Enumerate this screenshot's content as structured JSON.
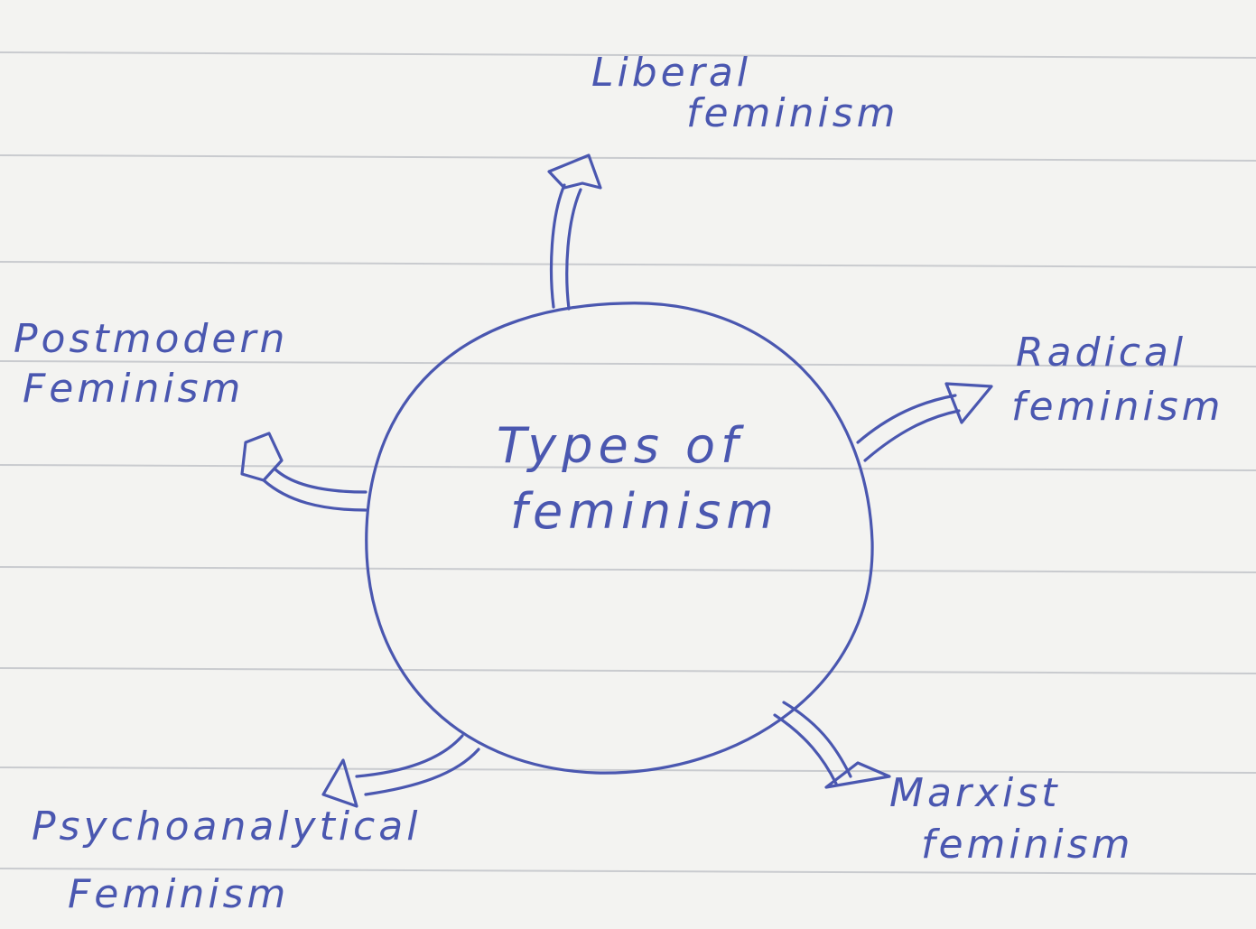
{
  "diagram": {
    "center": {
      "line1": "Types of",
      "line2": "feminism"
    },
    "branches": [
      {
        "id": "liberal",
        "line1": "Liberal",
        "line2": "feminism"
      },
      {
        "id": "radical",
        "line1": "Radical",
        "line2": "feminism"
      },
      {
        "id": "marxist",
        "line1": "Marxist",
        "line2": "feminism"
      },
      {
        "id": "psychoanalytical",
        "line1": "Psychoanalytical",
        "line2": "Feminism"
      },
      {
        "id": "postmodern",
        "line1": "Postmodern",
        "line2": "Feminism"
      }
    ],
    "colors": {
      "ink": "#4a57b0",
      "paper": "#f3f3f1",
      "rule_lines": "#c9cbcf"
    }
  }
}
